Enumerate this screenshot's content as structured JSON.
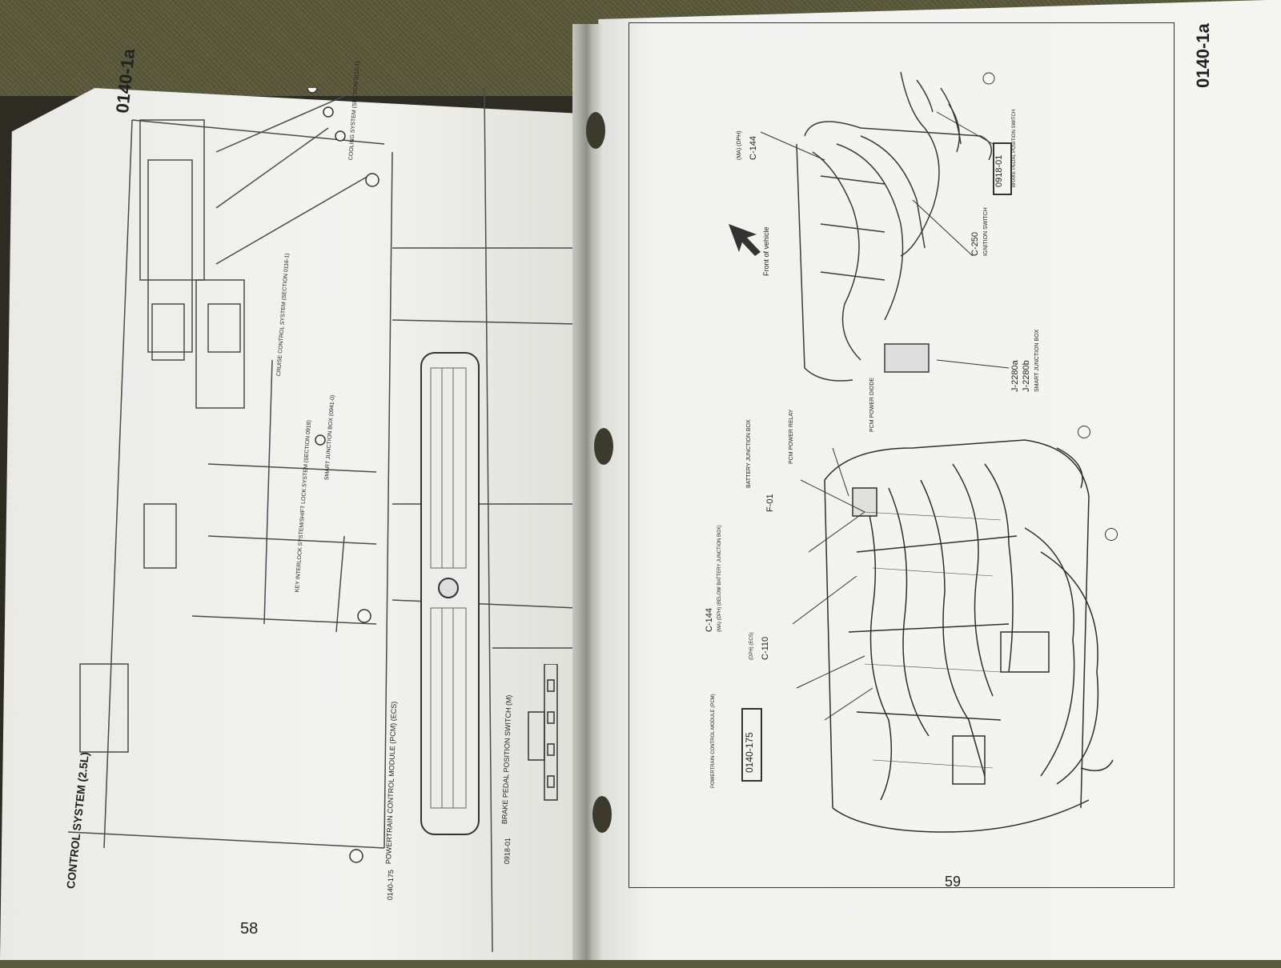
{
  "left_page": {
    "header_code": "0140-1a",
    "section_title": "CONTROL SYSTEM (2.5L)",
    "pcm_label": "POWERTRAIN CONTROL MODULE (PCM) (ECS)",
    "switch_label": "BRAKE PEDAL POSITION SWITCH (M)",
    "ref_pcm": "0140-175",
    "ref_switch": "0918-01",
    "notes": [
      "KEY INTERLOCK SYSTEM/SHIFT LOCK SYSTEM (SECTION 0918)",
      "SMART JUNCTION BOX (0941-0)",
      "CRUISE CONTROL SYSTEM (SECTION 0116-1)",
      "COOLING SYSTEM (SECTION 0112-1)"
    ],
    "page_number": "58"
  },
  "right_page": {
    "header_code": "0140-1a",
    "front_of_vehicle": "Front of vehicle",
    "callouts_top": [
      {
        "code": "C-144",
        "sub": "(MA) (DPH)"
      },
      {
        "code": "C-250",
        "sub": "IGNITION SWITCH"
      },
      {
        "code": "J-2280a",
        "sub": ""
      },
      {
        "code": "J-2280b",
        "sub": "SMART JUNCTION BOX"
      },
      {
        "code": "0918-01",
        "sub": "BRAKE PEDAL POSITION SWITCH"
      }
    ],
    "callouts_bottom": [
      {
        "code": "F-01",
        "sub": "BATTERY JUNCTION BOX"
      },
      {
        "code": "C-144",
        "sub": "(MA) (DPH) (BELOW BATTERY JUNCTION BOX)"
      },
      {
        "code": "C-110",
        "sub": "(DPH) (ECS)"
      },
      {
        "code": "PCM POWER RELAY",
        "sub": ""
      },
      {
        "code": "PCM POWER DIODE",
        "sub": ""
      }
    ],
    "ref_box": "0140-175",
    "ref_box_label": "POWERTRAIN CONTROL MODULE (PCM)",
    "page_number": "59"
  }
}
